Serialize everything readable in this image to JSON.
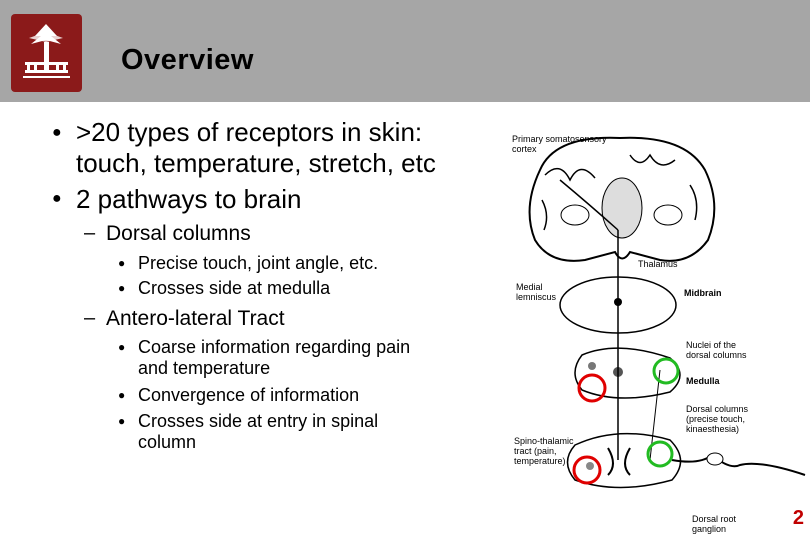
{
  "slide": {
    "title": "Overview",
    "page_number": "2"
  },
  "bullets": {
    "l1_a_line1": ">20 types of receptors in skin:",
    "l1_a_line2": "touch, temperature, stretch, etc",
    "l1_b": "2 pathways to brain",
    "dorsal": "Dorsal columns",
    "dorsal_1": "Precise touch, joint angle, etc.",
    "dorsal_2": "Crosses side at medulla",
    "antero": "Antero-lateral Tract",
    "antero_1_line1": "Coarse information regarding pain",
    "antero_1_line2": "and temperature",
    "antero_2": "Convergence of information",
    "antero_3_line1": "Crosses side at entry in spinal",
    "antero_3_line2": "column"
  },
  "figure": {
    "label_cortex_1": "Primary somatosensory",
    "label_cortex_2": "cortex",
    "label_thalamus": "Thalamus",
    "label_ml_1": "Medial",
    "label_ml_2": "lemniscus",
    "label_midbrain": "Midbrain",
    "label_nuclei_1": "Nuclei of the",
    "label_nuclei_2": "dorsal columns",
    "label_medulla": "Medulla",
    "label_dc_1": "Dorsal columns",
    "label_dc_2": "(precise touch,",
    "label_dc_3": "kinaesthesia)",
    "label_st_1": "Spino-thalamic",
    "label_st_2": "tract (pain,",
    "label_st_3": "temperature)",
    "label_drg_1": "Dorsal root",
    "label_drg_2": "ganglion",
    "colors": {
      "red_circle": "#e00000",
      "green_circle": "#22bb22"
    }
  }
}
